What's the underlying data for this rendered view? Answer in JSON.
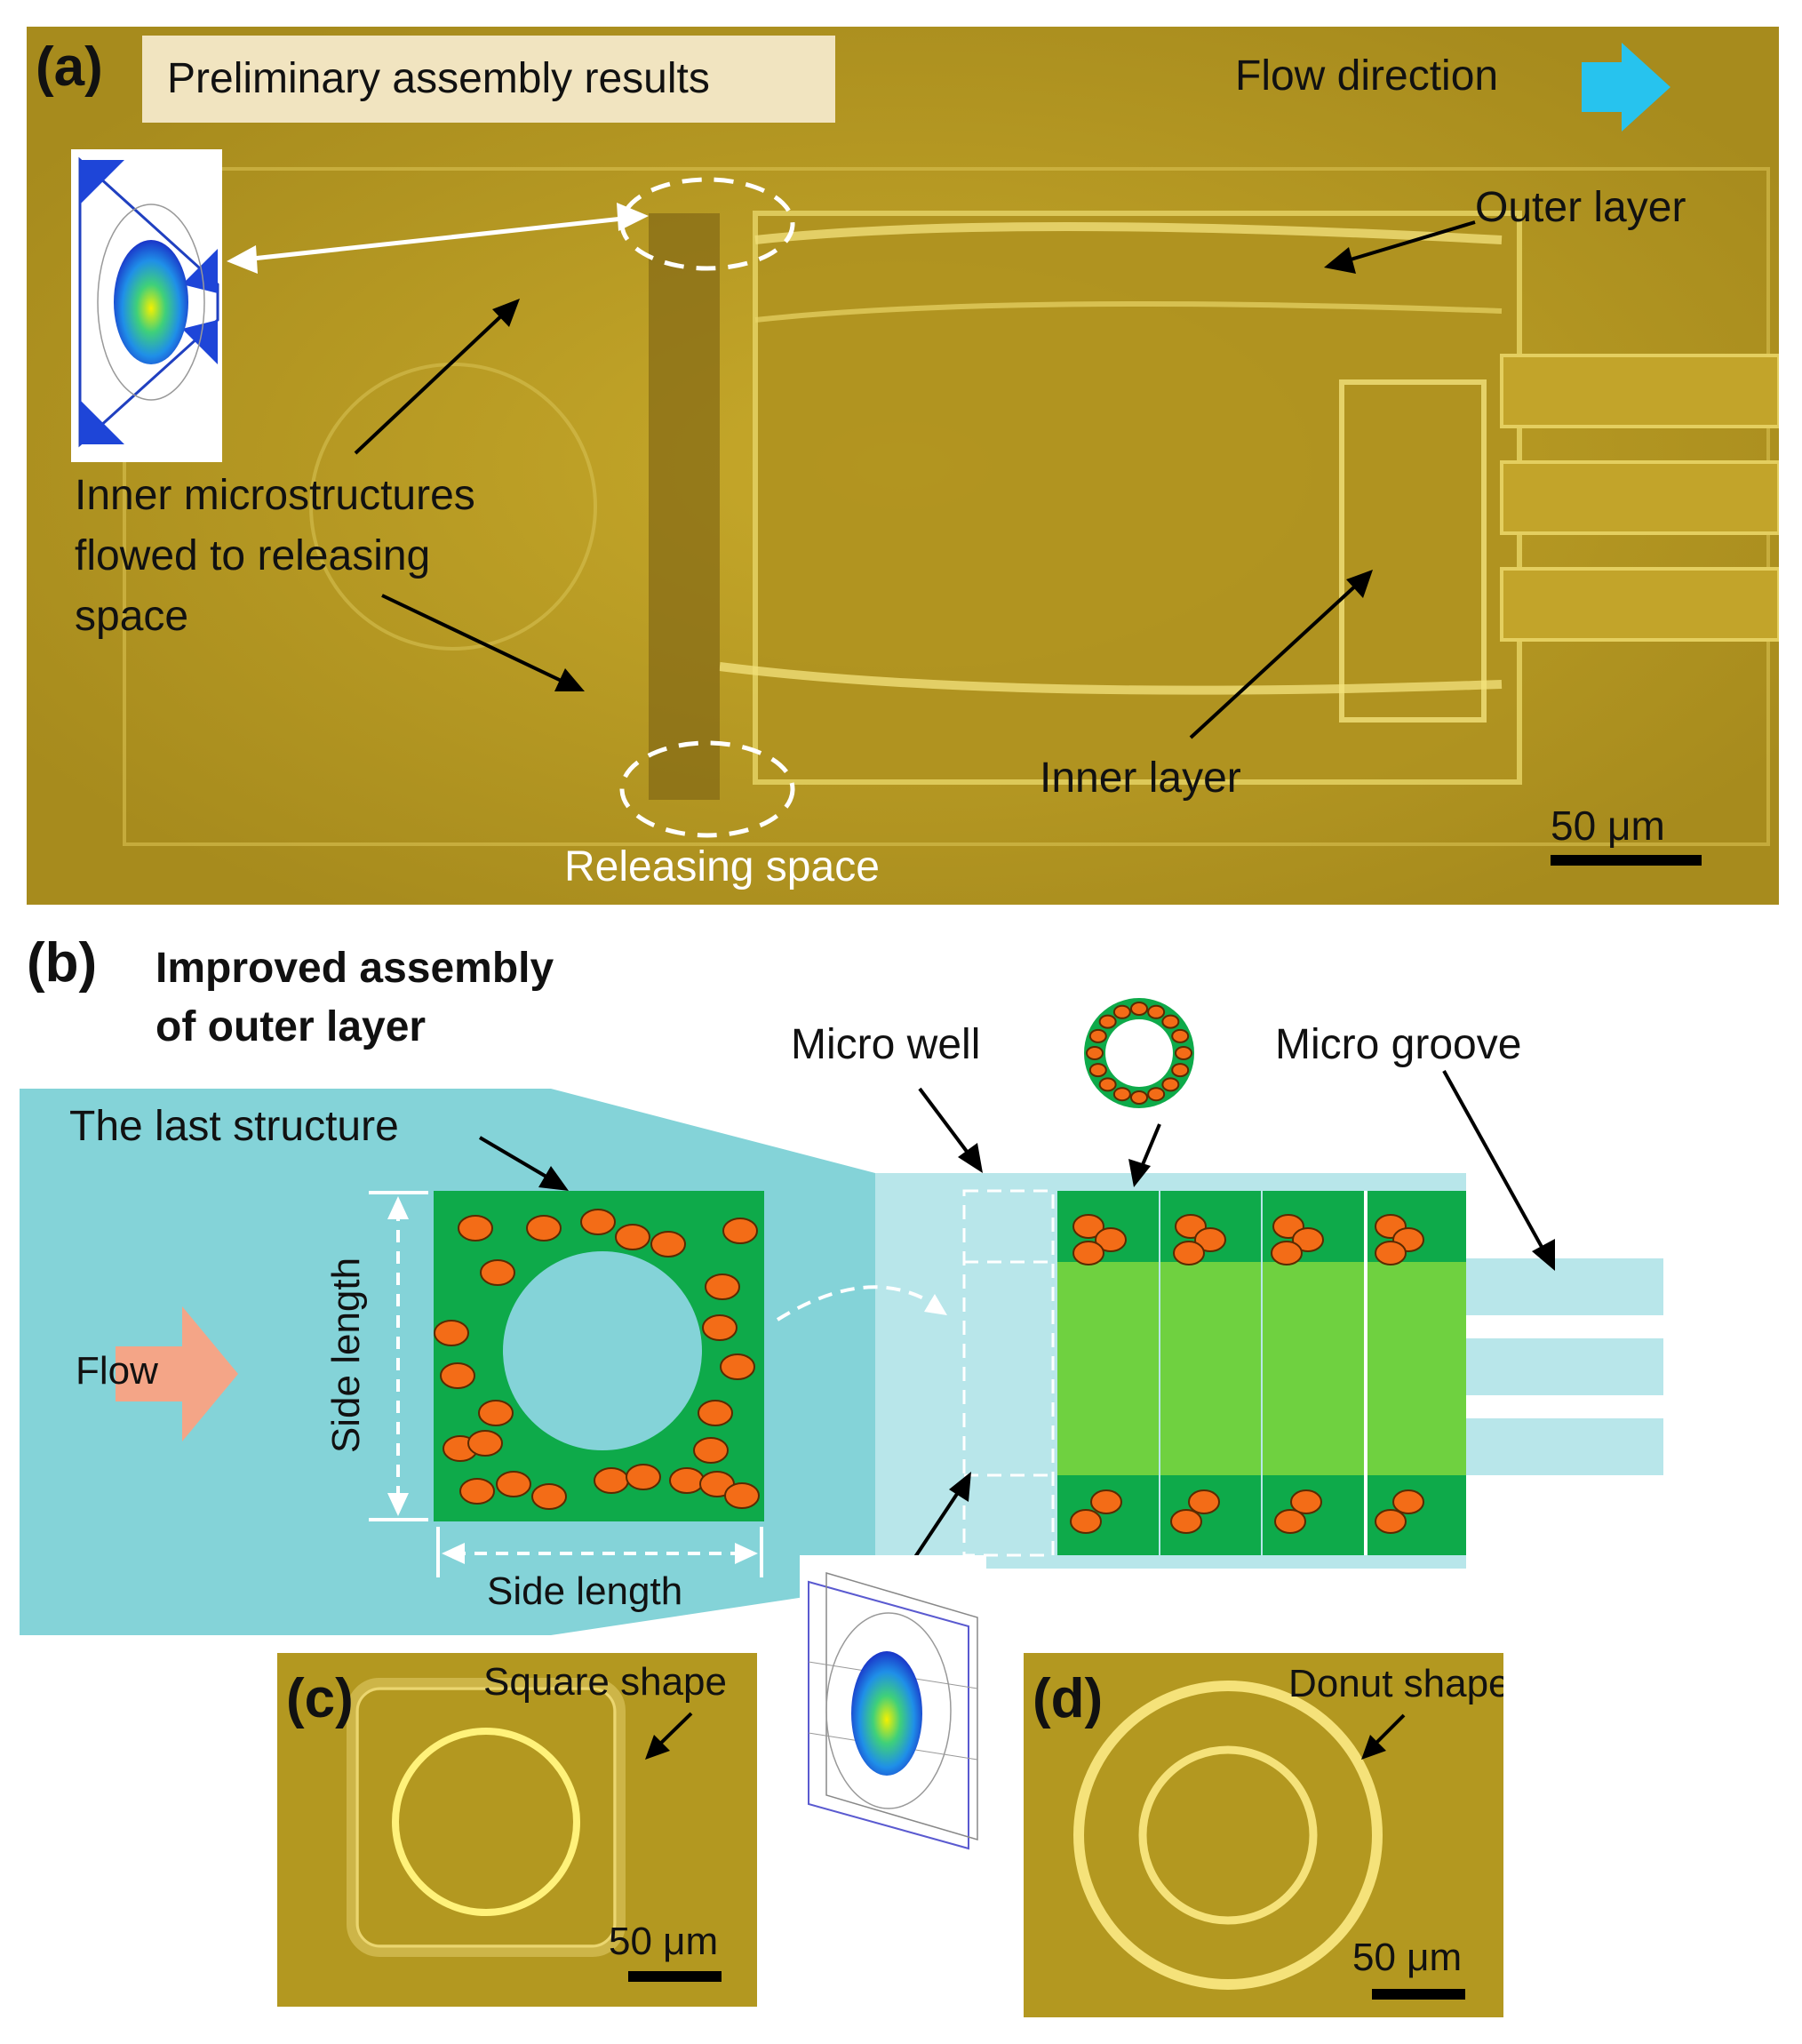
{
  "panel_a": {
    "label": "(a)",
    "banner": "Preliminary assembly results",
    "flow_direction": "Flow direction",
    "outer_layer": "Outer layer",
    "inner_microstructures": [
      "Inner microstructures",
      "flowed to releasing",
      "space"
    ],
    "inner_layer": "Inner layer",
    "releasing_space": "Releasing space",
    "scale_bar": "50 μm",
    "colors": {
      "background": "#b89a22",
      "arrow": "#27c3ee"
    }
  },
  "panel_b": {
    "label": "(b)",
    "title_lines": [
      "Improved assembly",
      "of outer layer"
    ],
    "the_last_structure": "The last structure",
    "flow": "Flow",
    "side_length_vertical": "Side length",
    "side_length_horizontal": "Side length",
    "micro_well": "Micro well",
    "micro_groove": "Micro groove",
    "colors": {
      "channel": "#84d3d8",
      "structure": "#0eaa4a",
      "cell": "#f36c17",
      "flow_arrow": "#f4a587"
    }
  },
  "panel_c": {
    "label": "(c)",
    "shape_label": "Square shape",
    "scale_bar": "50 μm"
  },
  "panel_d": {
    "label": "(d)",
    "shape_label": "Donut shape",
    "scale_bar": "50 μm"
  }
}
